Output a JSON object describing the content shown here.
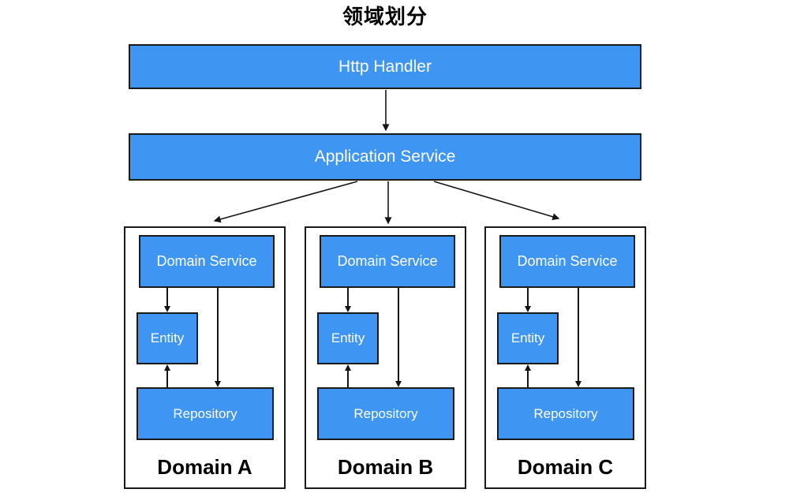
{
  "title": "领域划分",
  "colors": {
    "box_fill": "#3E96F2",
    "box_border": "#1A1A1A",
    "box_text": "#FFFFFF",
    "arrow": "#151515",
    "label_text": "#000000"
  },
  "top_boxes": {
    "http_handler": "Http Handler",
    "application_service": "Application Service"
  },
  "domains": [
    {
      "label": "Domain A",
      "boxes": {
        "domain_service": "Domain Service",
        "entity": "Entity",
        "repository": "Repository"
      }
    },
    {
      "label": "Domain B",
      "boxes": {
        "domain_service": "Domain Service",
        "entity": "Entity",
        "repository": "Repository"
      }
    },
    {
      "label": "Domain C",
      "boxes": {
        "domain_service": "Domain Service",
        "entity": "Entity",
        "repository": "Repository"
      }
    }
  ],
  "connections": {
    "http_to_app": "Http Handler → Application Service",
    "app_to_domains": "Application Service → Domain A / B / C",
    "ds_to_entity": "Domain Service → Entity",
    "ds_to_repository": "Domain Service → Repository",
    "repository_to_entity": "Repository → Entity"
  }
}
